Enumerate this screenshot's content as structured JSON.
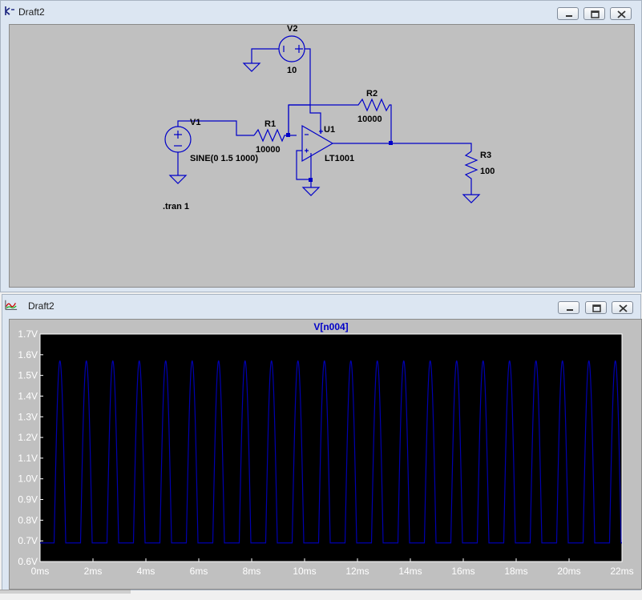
{
  "schematic_window": {
    "title": "Draft2",
    "components": {
      "v2": {
        "name": "V2",
        "value": "10"
      },
      "v1": {
        "name": "V1",
        "value": "SINE(0 1.5 1000)"
      },
      "r1": {
        "name": "R1",
        "value": "10000"
      },
      "r2": {
        "name": "R2",
        "value": "10000"
      },
      "r3": {
        "name": "R3",
        "value": "100"
      },
      "u1": {
        "name": "U1",
        "value": "LT1001"
      }
    },
    "directive": ".tran 1",
    "wire_color": "#0000c8"
  },
  "waveform_window": {
    "title": "Draft2",
    "trace_name": "V[n004]",
    "plot_bg": "#000000",
    "trace_color": "#0000b0"
  },
  "chart_data": {
    "type": "line",
    "title": "V[n004]",
    "xlabel": "",
    "ylabel": "",
    "x_ticks": [
      "0ms",
      "2ms",
      "4ms",
      "6ms",
      "8ms",
      "10ms",
      "12ms",
      "14ms",
      "16ms",
      "18ms",
      "20ms",
      "22ms"
    ],
    "y_ticks": [
      "0.6V",
      "0.7V",
      "0.8V",
      "0.9V",
      "1.0V",
      "1.1V",
      "1.2V",
      "1.3V",
      "1.4V",
      "1.5V",
      "1.6V",
      "1.7V"
    ],
    "xlim": [
      0,
      22
    ],
    "ylim": [
      0.6,
      1.7
    ],
    "x_unit": "ms",
    "y_unit": "V",
    "series": [
      {
        "color": "#0000b0",
        "baseline": 0.69,
        "peak": 1.57,
        "period_ms": 1.0,
        "first_peak_ms": 0.75,
        "waveform": "rectified-sine-pulses"
      }
    ],
    "grid": false
  }
}
